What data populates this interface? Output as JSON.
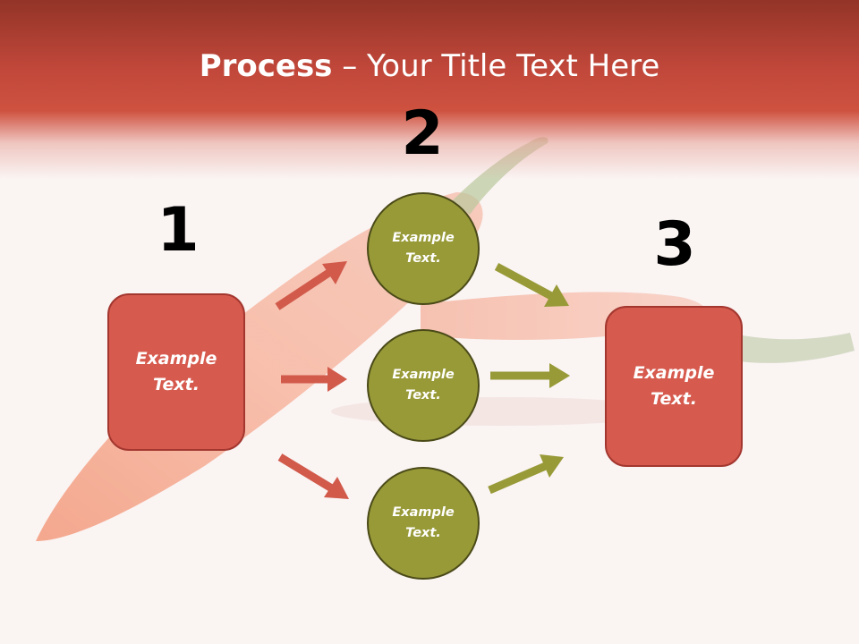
{
  "title": {
    "bold": "Process",
    "rest": " – Your Title Text Here"
  },
  "steps": [
    {
      "number": "1",
      "text": "Example Text."
    },
    {
      "number": "2",
      "text": [
        "Example Text.",
        "Example Text.",
        "Example Text."
      ]
    },
    {
      "number": "3",
      "text": "Example Text."
    }
  ],
  "colors": {
    "header": "#cf5240",
    "box_fill": "#d65a4e",
    "box_border": "#a3372f",
    "circle_fill": "#989a38",
    "circle_border": "#4a4a18",
    "arrow_red": "#d15a4b",
    "arrow_olive": "#989a38"
  },
  "icons": {
    "background": "chili-pepper-photo"
  }
}
